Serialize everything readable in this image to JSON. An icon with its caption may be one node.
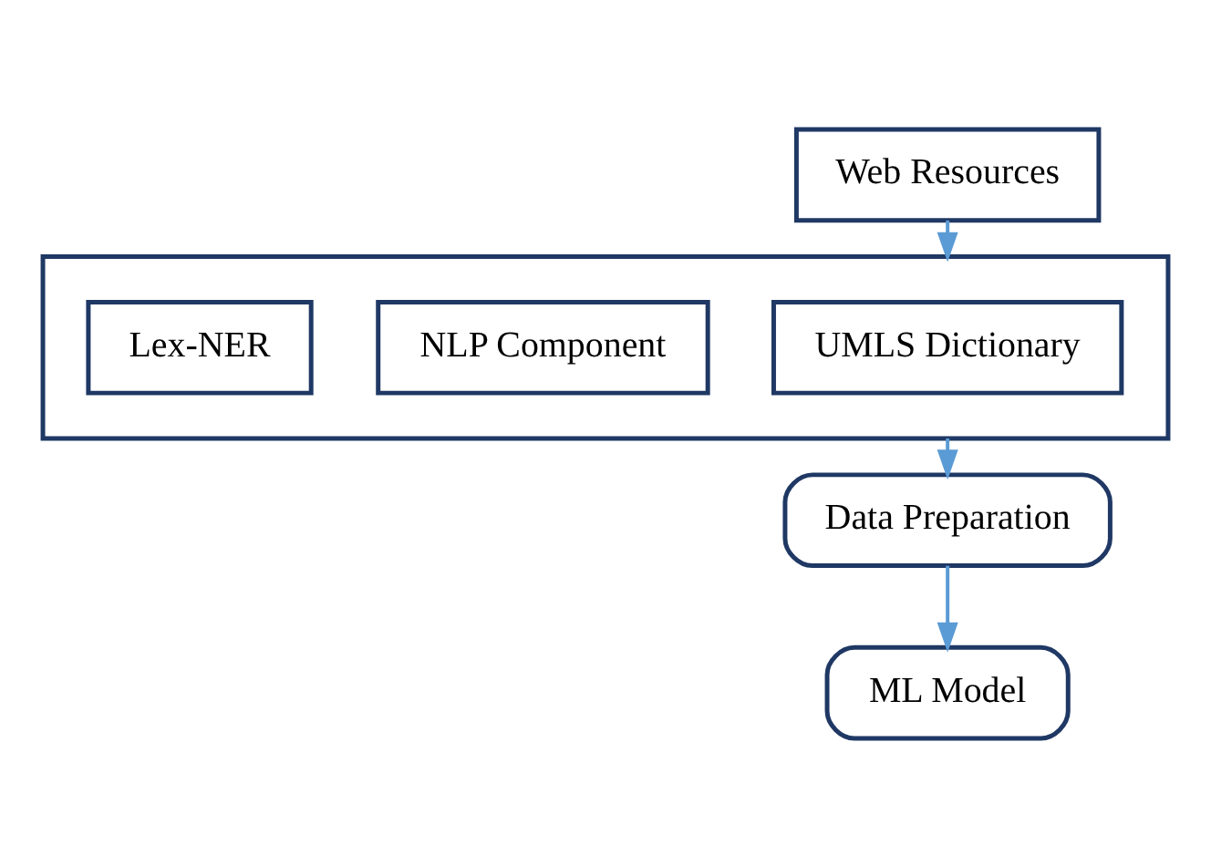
{
  "diagram": {
    "nodes": [
      {
        "text": [
          "Web Resources"
        ]
      },
      {
        "text": [],
        "shape": "box"
      },
      {
        "text": [
          "UMLS Dictionary"
        ],
        "in": 1
      },
      {
        "text": [
          "NLP Component"
        ],
        "in": 1
      },
      {
        "text": [
          "Lex-NER"
        ],
        "in": 1
      },
      {
        "text": [
          "Data Preparation"
        ]
      },
      {
        "text": [
          "ML Model"
        ]
      }
    ],
    "edges": [
      {
        "from": 0,
        "to": 1,
        "arrow": "to"
      },
      {
        "from": 1,
        "to": 5,
        "arrow": "to"
      },
      {
        "from": 5,
        "to": 6,
        "arrow": "to"
      }
    ]
  }
}
